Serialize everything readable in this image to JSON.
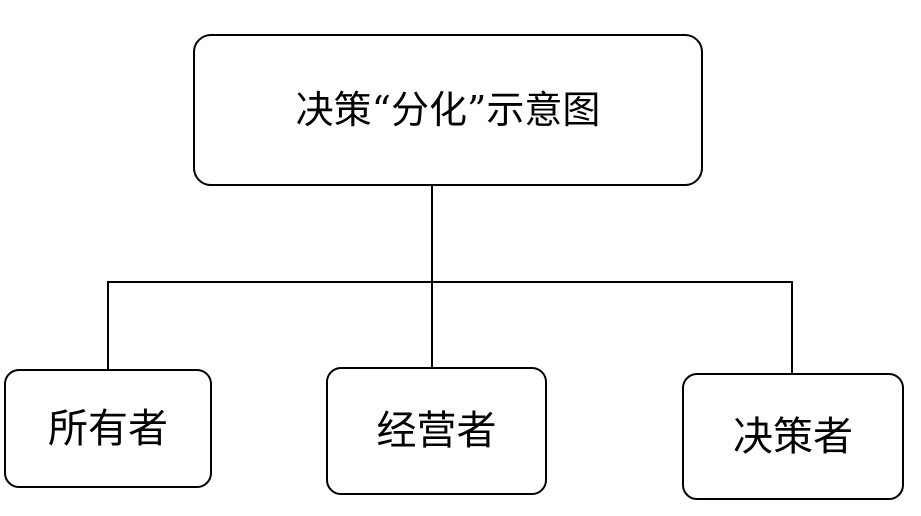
{
  "diagram": {
    "type": "tree",
    "colors": {
      "background": "#ffffff",
      "line": "#000000",
      "text": "#000000"
    },
    "nodes": {
      "root": {
        "label": "决策“分化”示意图"
      },
      "children": [
        {
          "label": "所有者"
        },
        {
          "label": "经营者"
        },
        {
          "label": "决策者"
        }
      ]
    },
    "edges": [
      {
        "from": "root",
        "to": "children.0"
      },
      {
        "from": "root",
        "to": "children.1"
      },
      {
        "from": "root",
        "to": "children.2"
      }
    ]
  }
}
